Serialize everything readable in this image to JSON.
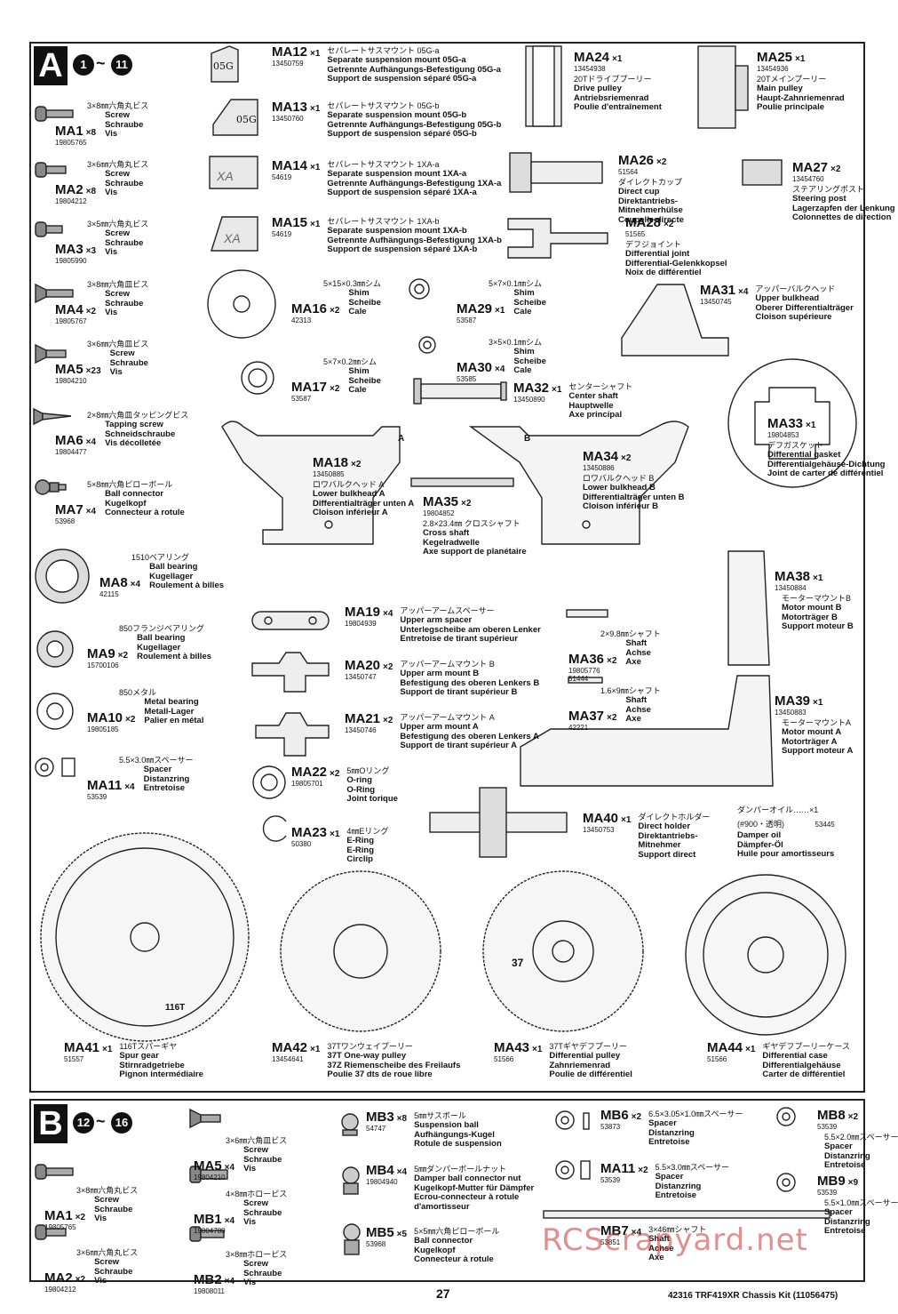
{
  "sectionA": {
    "letter": "A",
    "step_from": "1",
    "step_to": "11",
    "tilde": "~"
  },
  "sectionB": {
    "letter": "B",
    "step_from": "12",
    "step_to": "16",
    "tilde": "~"
  },
  "partsA": [
    {
      "code": "MA1",
      "qty": "×8",
      "pn": "19805765",
      "jp": "3×8㎜六角丸ビス",
      "desc": [
        "Screw",
        "Schraube",
        "Vis"
      ]
    },
    {
      "code": "MA2",
      "qty": "×8",
      "pn": "19804212",
      "jp": "3×6㎜六角丸ビス",
      "desc": [
        "Screw",
        "Schraube",
        "Vis"
      ]
    },
    {
      "code": "MA3",
      "qty": "×3",
      "pn": "19805990",
      "jp": "3×5㎜六角丸ビス",
      "desc": [
        "Screw",
        "Schraube",
        "Vis"
      ]
    },
    {
      "code": "MA4",
      "qty": "×2",
      "pn": "19805767",
      "jp": "3×8㎜六角皿ビス",
      "desc": [
        "Screw",
        "Schraube",
        "Vis"
      ]
    },
    {
      "code": "MA5",
      "qty": "×23",
      "pn": "19804210",
      "jp": "3×6㎜六角皿ビス",
      "desc": [
        "Screw",
        "Schraube",
        "Vis"
      ]
    },
    {
      "code": "MA6",
      "qty": "×4",
      "pn": "19804477",
      "jp": "2×8㎜六角皿タッピングビス",
      "desc": [
        "Tapping screw",
        "Schneidschraube",
        "Vis décolletée"
      ]
    },
    {
      "code": "MA7",
      "qty": "×4",
      "pn": "53968",
      "jp": "5×8㎜六角ピローボール",
      "desc": [
        "Ball connector",
        "Kugelkopf",
        "Connecteur à rotule"
      ]
    },
    {
      "code": "MA8",
      "qty": "×4",
      "pn": "42115",
      "jp": "1510ベアリング",
      "desc": [
        "Ball bearing",
        "Kugellager",
        "Roulement à billes"
      ]
    },
    {
      "code": "MA9",
      "qty": "×2",
      "pn": "15700106",
      "jp": "850フランジベアリング",
      "desc": [
        "Ball bearing",
        "Kugellager",
        "Roulement à billes"
      ]
    },
    {
      "code": "MA10",
      "qty": "×2",
      "pn": "19805185",
      "jp": "850メタル",
      "desc": [
        "Metal bearing",
        "Metall-Lager",
        "Palier en métal"
      ]
    },
    {
      "code": "MA11",
      "qty": "×4",
      "pn": "53539",
      "jp": "5.5×3.0㎜スペーサー",
      "desc": [
        "Spacer",
        "Distanzring",
        "Entretoise"
      ]
    },
    {
      "code": "MA12",
      "qty": "×1",
      "pn": "13450759",
      "jp": "セパレートサスマウント 05G-a",
      "desc": [
        "Separate suspension mount 05G-a",
        "Getrennte Aufhängungs-Befestigung 05G-a",
        "Support de suspension séparé 05G-a"
      ]
    },
    {
      "code": "MA13",
      "qty": "×1",
      "pn": "13450760",
      "jp": "セパレートサスマウント 05G-b",
      "desc": [
        "Separate suspension mount 05G-b",
        "Getrennte Aufhängungs-Befestigung 05G-b",
        "Support de suspension séparé 05G-b"
      ]
    },
    {
      "code": "MA14",
      "qty": "×1",
      "pn": "54619",
      "jp": "セパレートサスマウント 1XA-a",
      "desc": [
        "Separate suspension mount 1XA-a",
        "Getrennte Aufhängungs-Befestigung 1XA-a",
        "Support de suspension séparé 1XA-a"
      ]
    },
    {
      "code": "MA15",
      "qty": "×1",
      "pn": "54619",
      "jp": "セパレートサスマウント 1XA-b",
      "desc": [
        "Separate suspension mount 1XA-b",
        "Getrennte Aufhängungs-Befestigung 1XA-b",
        "Support de suspension séparé 1XA-b"
      ]
    },
    {
      "code": "MA16",
      "qty": "×2",
      "pn": "42313",
      "jp": "5×15×0.3㎜シム",
      "desc": [
        "Shim",
        "Scheibe",
        "Cale"
      ]
    },
    {
      "code": "MA17",
      "qty": "×2",
      "pn": "53587",
      "jp": "5×7×0.2㎜シム",
      "desc": [
        "Shim",
        "Scheibe",
        "Cale"
      ]
    },
    {
      "code": "MA18",
      "qty": "×2",
      "pn": "13450885",
      "jp": "ロワバルクヘッド A",
      "desc": [
        "Lower bulkhead A",
        "Differentialträger unten A",
        "Cloison inférieur A"
      ]
    },
    {
      "code": "MA19",
      "qty": "×4",
      "pn": "19804939",
      "jp": "アッパーアームスペーサー",
      "desc": [
        "Upper arm spacer",
        "Unterlegscheibe am oberen Lenker",
        "Entretoise de tirant supérieur"
      ]
    },
    {
      "code": "MA20",
      "qty": "×2",
      "pn": "13450747",
      "jp": "アッパーアームマウント B",
      "desc": [
        "Upper arm mount B",
        "Befestigung des oberen Lenkers B",
        "Support de tirant supérieur B"
      ]
    },
    {
      "code": "MA21",
      "qty": "×2",
      "pn": "13450746",
      "jp": "アッパーアームマウント A",
      "desc": [
        "Upper arm mount A",
        "Befestigung des oberen Lenkers A",
        "Support de tirant supérieur A"
      ]
    },
    {
      "code": "MA22",
      "qty": "×2",
      "pn": "19805701",
      "jp": "5㎜Oリング",
      "desc": [
        "O-ring",
        "O-Ring",
        "Joint torique"
      ]
    },
    {
      "code": "MA23",
      "qty": "×1",
      "pn": "50380",
      "jp": "4㎜Eリング",
      "desc": [
        "E-Ring",
        "E-Ring",
        "Circlip"
      ]
    },
    {
      "code": "MA24",
      "qty": "×1",
      "pn": "13454938",
      "jp": "20Tドライブプーリー",
      "desc": [
        "Drive pulley",
        "Antriebsriemenrad",
        "Poulie d'entraînement"
      ]
    },
    {
      "code": "MA25",
      "qty": "×1",
      "pn": "13454936",
      "jp": "20Tメインプーリー",
      "desc": [
        "Main pulley",
        "Haupt-Zahnriemenrad",
        "Poulie principale"
      ]
    },
    {
      "code": "MA26",
      "qty": "×2",
      "pn": "51564",
      "jp": "ダイレクトカップ",
      "desc": [
        "Direct cup",
        "Direktantriebs-",
        "Mitnehmerhülse",
        "Coupelle directe"
      ]
    },
    {
      "code": "MA27",
      "qty": "×2",
      "pn": "13454760",
      "jp": "ステアリングポスト",
      "desc": [
        "Steering post",
        "Lagerzapfen der Lenkung",
        "Colonnettes de direction"
      ]
    },
    {
      "code": "MA28",
      "qty": "×2",
      "pn": "51565",
      "jp": "デフジョイント",
      "desc": [
        "Differential joint",
        "Differential-Gelenkkopsel",
        "Noix de différentiel"
      ]
    },
    {
      "code": "MA29",
      "qty": "×1",
      "pn": "53587",
      "jp": "5×7×0.1㎜シム",
      "desc": [
        "Shim",
        "Scheibe",
        "Cale"
      ]
    },
    {
      "code": "MA30",
      "qty": "×4",
      "pn": "53585",
      "jp": "3×5×0.1㎜シム",
      "desc": [
        "Shim",
        "Scheibe",
        "Cale"
      ]
    },
    {
      "code": "MA31",
      "qty": "×4",
      "pn": "13450745",
      "jp": "アッパーバルクヘッド",
      "desc": [
        "Upper bulkhead",
        "Oberer Differentialträger",
        "Cloison supérieure"
      ]
    },
    {
      "code": "MA32",
      "qty": "×1",
      "pn": "13450890",
      "jp": "センターシャフト",
      "desc": [
        "Center shaft",
        "Hauptwelle",
        "Axe principal"
      ]
    },
    {
      "code": "MA33",
      "qty": "×1",
      "pn": "19804853",
      "jp": "デフガスケット",
      "desc": [
        "Differential gasket",
        "Differentialgehäuse-Dichtung",
        "Joint de carter de différentiel"
      ]
    },
    {
      "code": "MA34",
      "qty": "×2",
      "pn": "13450886",
      "jp": "ロワバルクヘッド B",
      "desc": [
        "Lower bulkhead B",
        "Differentialträger unten B",
        "Cloison inférieur B"
      ]
    },
    {
      "code": "MA35",
      "qty": "×2",
      "pn": "19804852",
      "jp": "2.8×23.4㎜ クロスシャフト",
      "desc": [
        "Cross shaft",
        "Kegelradwelle",
        "Axe support de planétaire"
      ]
    },
    {
      "code": "MA36",
      "qty": "×2",
      "pn": "19805776",
      "pn2": "51444",
      "jp": "2×9.8㎜シャフト",
      "desc": [
        "Shaft",
        "Achse",
        "Axe"
      ]
    },
    {
      "code": "MA37",
      "qty": "×2",
      "pn": "42221",
      "jp": "1.6×9㎜シャフト",
      "desc": [
        "Shaft",
        "Achse",
        "Axe"
      ]
    },
    {
      "code": "MA38",
      "qty": "×1",
      "pn": "13450884",
      "jp": "モーターマウントB",
      "desc": [
        "Motor mount B",
        "Motorträger B",
        "Support moteur B"
      ]
    },
    {
      "code": "MA39",
      "qty": "×1",
      "pn": "13450883",
      "jp": "モーターマウントA",
      "desc": [
        "Motor mount A",
        "Motorträger A",
        "Support moteur A"
      ]
    },
    {
      "code": "MA40",
      "qty": "×1",
      "pn": "13450753",
      "jp": "ダイレクトホルダー",
      "desc": [
        "Direct holder",
        "Direktantriebs-",
        "Mitnehmer",
        "Support direct"
      ]
    },
    {
      "code": "MA41",
      "qty": "×1",
      "pn": "51557",
      "jp": "116Tスパーギヤ",
      "desc": [
        "Spur gear",
        "Stirnradgetriebe",
        "Pignon intermédiaire"
      ]
    },
    {
      "code": "MA42",
      "qty": "×1",
      "pn": "13454641",
      "jp": "37Tワンウェイプーリー",
      "desc": [
        "37T One-way pulley",
        "37Z Riemenscheibe des Freilaufs",
        "Poulie 37 dts de roue libre"
      ]
    },
    {
      "code": "MA43",
      "qty": "×1",
      "pn": "51566",
      "jp": "37Tギヤデフプーリー",
      "desc": [
        "Differential pulley",
        "Zahnriemenrad",
        "Poulie de différentiel"
      ]
    },
    {
      "code": "MA44",
      "qty": "×1",
      "pn": "51566",
      "jp": "ギヤデフプーリーケース",
      "desc": [
        "Differential case",
        "Differentialgehäuse",
        "Carter de différentiel"
      ]
    }
  ],
  "damperOil": {
    "jp": "ダンパーオイル……×1",
    "sub": "(#900・透明)",
    "pn": "53445",
    "desc": [
      "Damper oil",
      "Dämpfer-Öl",
      "Huile pour amortisseurs"
    ]
  },
  "partLabels": {
    "ma12": "05G",
    "ma13": "05G",
    "ma14": "XA",
    "ma15": "XA",
    "ma18": "A",
    "ma34": "B",
    "ma41": "116T",
    "ma43": "37"
  },
  "partsB": [
    {
      "code": "MA1",
      "qty": "×2",
      "pn": "19805765",
      "jp": "3×8㎜六角丸ビス",
      "desc": [
        "Screw",
        "Schraube",
        "Vis"
      ]
    },
    {
      "code": "MA2",
      "qty": "×2",
      "pn": "19804212",
      "jp": "3×6㎜六角丸ビス",
      "desc": [
        "Screw",
        "Schraube",
        "Vis"
      ]
    },
    {
      "code": "MA5",
      "qty": "×4",
      "pn": "19804210",
      "jp": "3×6㎜六角皿ビス",
      "desc": [
        "Screw",
        "Schraube",
        "Vis"
      ]
    },
    {
      "code": "MB1",
      "qty": "×4",
      "pn": "19804780",
      "jp": "4×8㎜ホローピス",
      "desc": [
        "Screw",
        "Schraube",
        "Vis"
      ]
    },
    {
      "code": "MB2",
      "qty": "×4",
      "pn": "19808011",
      "jp": "3×8㎜ホローピス",
      "desc": [
        "Screw",
        "Schraube",
        "Vis"
      ]
    },
    {
      "code": "MB3",
      "qty": "×8",
      "pn": "54747",
      "jp": "5㎜サスボール",
      "desc": [
        "Suspension ball",
        "Aufhängungs-Kugel",
        "Rotule de suspension"
      ]
    },
    {
      "code": "MB4",
      "qty": "×4",
      "pn": "19804940",
      "jp": "5㎜ダンパーボールナット",
      "desc": [
        "Damper ball connector nut",
        "Kugelkopf-Mutter für Dämpfer",
        "Ecrou-connecteur à rotule",
        "d'amortisseur"
      ]
    },
    {
      "code": "MB5",
      "qty": "×5",
      "pn": "53968",
      "jp": "5×5㎜六角ピローボール",
      "desc": [
        "Ball connector",
        "Kugelkopf",
        "Connecteur à rotule"
      ]
    },
    {
      "code": "MB6",
      "qty": "×2",
      "pn": "53873",
      "jp": "6.5×3.05×1.0㎜スペーサー",
      "desc": [
        "Spacer",
        "Distanzring",
        "Entretoise"
      ]
    },
    {
      "code": "MA11",
      "qty": "×2",
      "pn": "53539",
      "jp": "5.5×3.0㎜スペーサー",
      "desc": [
        "Spacer",
        "Distanzring",
        "Entretoise"
      ]
    },
    {
      "code": "MB7",
      "qty": "×4",
      "pn": "53851",
      "jp": "3×46㎜シャフト",
      "desc": [
        "Shaft",
        "Achse",
        "Axe"
      ]
    },
    {
      "code": "MB8",
      "qty": "×2",
      "pn": "53539",
      "jp": "5.5×2.0㎜スペーサー",
      "desc": [
        "Spacer",
        "Distanzring",
        "Entretoise"
      ]
    },
    {
      "code": "MB9",
      "qty": "×9",
      "pn": "53539",
      "jp": "5.5×1.0㎜スペーサー",
      "desc": [
        "Spacer",
        "Distanzring",
        "Entretoise"
      ]
    }
  ],
  "footer": {
    "page": "27",
    "title": "42316 TRF419XR Chassis Kit (11056475)"
  },
  "watermark": "RCScrapyard.net"
}
